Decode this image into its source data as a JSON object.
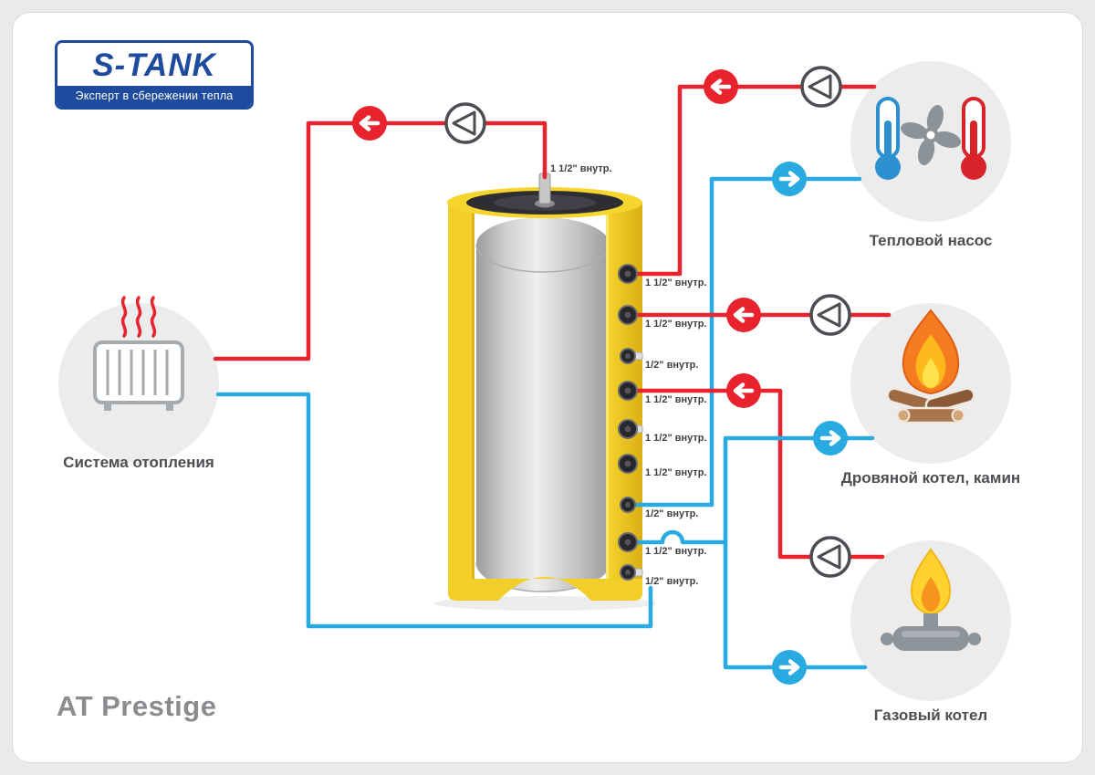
{
  "logo": {
    "title": "S-TANK",
    "tagline": "Эксперт в сбережении тепла"
  },
  "model_name": "AT Prestige",
  "nodes": {
    "heating_system": {
      "label": "Система отопления"
    },
    "heat_pump": {
      "label": "Тепловой насос"
    },
    "wood_boiler": {
      "label": "Дровяной котел, камин"
    },
    "gas_boiler": {
      "label": "Газовый котел"
    }
  },
  "tank": {
    "top_port_label": "1 1/2\" внутр.",
    "side_ports": [
      {
        "label": "1 1/2\" внутр."
      },
      {
        "label": "1 1/2\" внутр."
      },
      {
        "label": "1/2\" внутр."
      },
      {
        "label": "1 1/2\" внутр."
      },
      {
        "label": "1 1/2\" внутр."
      },
      {
        "label": "1 1/2\" внутр."
      },
      {
        "label": "1/2\" внутр."
      },
      {
        "label": "1 1/2\" внутр."
      },
      {
        "label": "1/2\" внутр."
      }
    ]
  },
  "colors": {
    "hot_pipe": "#e8232e",
    "cold_pipe": "#29abe2",
    "tank_insulation": "#f2cf28",
    "brand_blue": "#1e4b9e"
  }
}
